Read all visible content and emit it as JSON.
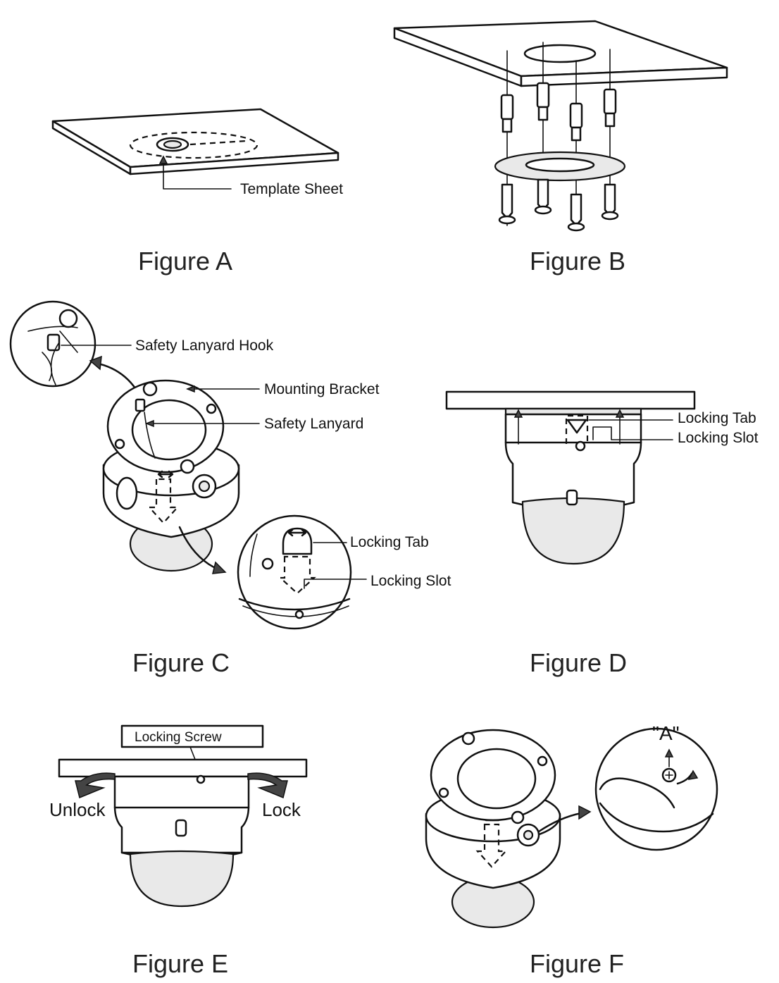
{
  "figures": {
    "a": {
      "caption": "Figure A",
      "labels": {
        "template_sheet": "Template Sheet"
      }
    },
    "b": {
      "caption": "Figure B"
    },
    "c": {
      "caption": "Figure C",
      "labels": {
        "safety_lanyard_hook": "Safety Lanyard Hook",
        "mounting_bracket": "Mounting Bracket",
        "safety_lanyard": "Safety Lanyard",
        "locking_tab": "Locking Tab",
        "locking_slot": "Locking Slot"
      }
    },
    "d": {
      "caption": "Figure D",
      "labels": {
        "locking_tab": "Locking Tab",
        "locking_slot": "Locking Slot"
      }
    },
    "e": {
      "caption": "Figure E",
      "labels": {
        "locking_screw": "Locking Screw",
        "unlock": "Unlock",
        "lock": "Lock"
      }
    },
    "f": {
      "caption": "Figure F",
      "labels": {
        "point_a": "\"A\""
      }
    }
  }
}
